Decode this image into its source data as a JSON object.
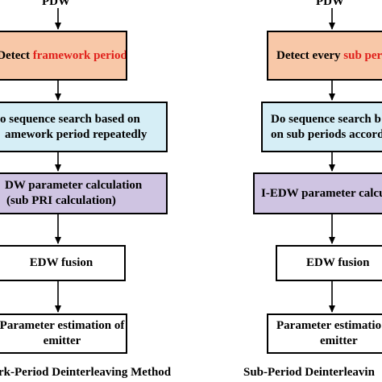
{
  "colors": {
    "orange_box": "#f8c8a8",
    "blue_box": "#d6eef6",
    "purple_box": "#cfc4e2",
    "white_box": "#ffffff",
    "highlight": "#e0201b"
  },
  "left": {
    "input_label": "PDW",
    "box1": {
      "prefix": "Detect ",
      "highlight": "framework period"
    },
    "box2": {
      "line1": "o sequence search based on",
      "line2": "amework period repeatedly"
    },
    "box3": {
      "line1": "DW parameter calculation",
      "line2": "(sub PRI calculation)"
    },
    "box4": {
      "line1": "EDW fusion"
    },
    "box5": {
      "line1": "Parameter estimation of",
      "line2": "emitter"
    },
    "caption": "rk-Period Deinterleaving Method"
  },
  "right": {
    "input_label": "PDW",
    "box1": {
      "prefix": "Detect every ",
      "highlight": "sub peri"
    },
    "box2": {
      "line1": "Do sequence search b",
      "line2": "on sub periods accord"
    },
    "box3": {
      "line1": "I-EDW parameter calcu"
    },
    "box4": {
      "line1": "EDW fusion"
    },
    "box5": {
      "line1": "Parameter estimatio",
      "line2": "emitter"
    },
    "caption": "Sub-Period Deinterleavin"
  }
}
